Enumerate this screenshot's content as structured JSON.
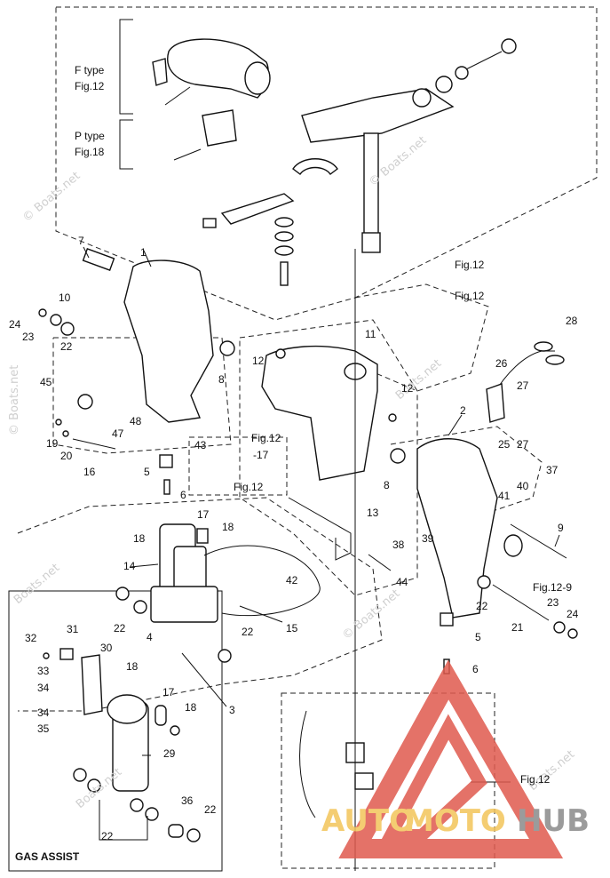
{
  "labels": {
    "f_type": "F type",
    "f_fig": "Fig.12",
    "p_type": "P type",
    "p_fig": "Fig.18",
    "fig12_a": "Fig.12",
    "fig12_b": "Fig.12",
    "fig12_c": "Fig.12",
    "fig12_d": "Fig.12",
    "fig12_minus17": "-17",
    "fig12_e": "Fig.12",
    "fig12_9": "Fig.12-9",
    "gas_assist": "GAS ASSIST",
    "n1": "1",
    "n2": "2",
    "n3": "3",
    "n4": "4",
    "n5a": "5",
    "n5b": "5",
    "n6a": "6",
    "n6b": "6",
    "n7": "7",
    "n8a": "8",
    "n8b": "8",
    "n9": "9",
    "n10": "10",
    "n11": "11",
    "n12a": "12",
    "n12b": "12",
    "n13": "13",
    "n14": "14",
    "n15": "15",
    "n16": "16",
    "n17a": "17",
    "n17b": "17",
    "n18a": "18",
    "n18b": "18",
    "n18c": "18",
    "n18d": "18",
    "n19": "19",
    "n20": "20",
    "n21": "21",
    "n22a": "22",
    "n22b": "22",
    "n22c": "22",
    "n22d": "22",
    "n22e": "22",
    "n22f": "22",
    "n23a": "23",
    "n23b": "23",
    "n24a": "24",
    "n24b": "24",
    "n25": "25",
    "n26": "26",
    "n27a": "27",
    "n27b": "27",
    "n28": "28",
    "n29": "29",
    "n30": "30",
    "n31": "31",
    "n32": "32",
    "n33": "33",
    "n34a": "34",
    "n34b": "34",
    "n35": "35",
    "n36": "36",
    "n37": "37",
    "n38": "38",
    "n39": "39",
    "n40": "40",
    "n41": "41",
    "n42": "42",
    "n43": "43",
    "n44": "44",
    "n45": "45",
    "n47": "47",
    "n48": "48"
  },
  "watermarks": {
    "boats_net": "© Boats.net",
    "boats_net_short": "Boats.net"
  },
  "brand": {
    "auto": "AUTO",
    "moto": "MOTO",
    "hub": "HUB",
    "color_auto": "#f3c55a",
    "color_moto": "#f3c55a",
    "color_hub": "#8a8a8a",
    "triangle_color": "#e05a4e"
  }
}
